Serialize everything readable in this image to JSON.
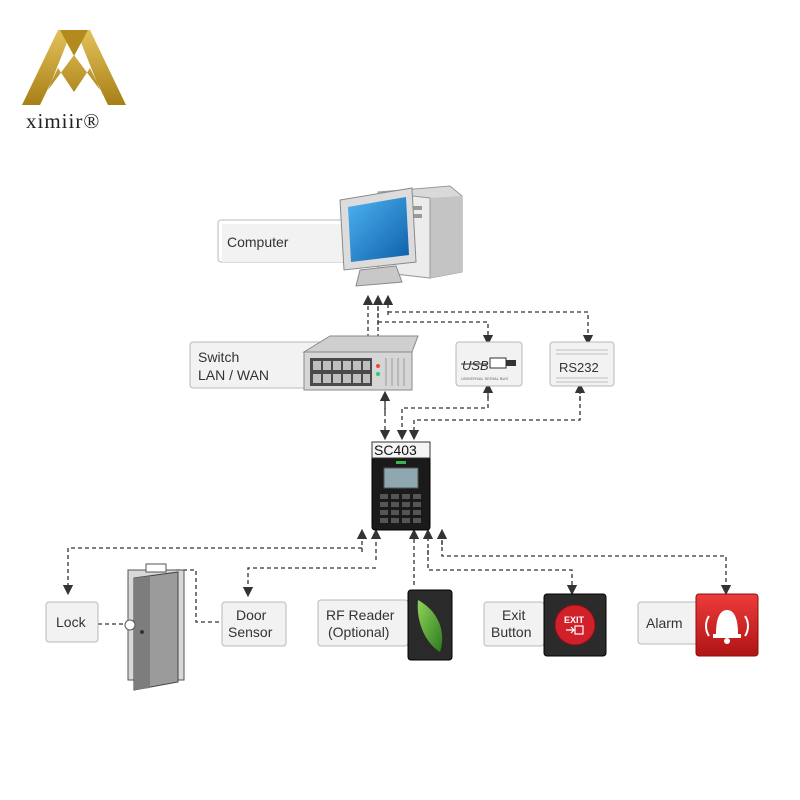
{
  "brand": {
    "name": "ximiir®"
  },
  "computer": {
    "label": "Computer"
  },
  "switch": {
    "label_line1": "Switch",
    "label_line2": "LAN / WAN"
  },
  "usb": {
    "label": "USB",
    "fine_print": "UNIVERSAL SERIAL BUS"
  },
  "rs232": {
    "label": "RS232"
  },
  "controller": {
    "model": "SC403"
  },
  "lock": {
    "label": "Lock"
  },
  "door_sensor": {
    "label_line1": "Door",
    "label_line2": "Sensor"
  },
  "rf_reader": {
    "label_line1": "RF Reader",
    "label_line2": "(Optional)"
  },
  "exit_button": {
    "label_line1": "Exit",
    "label_line2": "Button",
    "icon_text": "EXIT"
  },
  "alarm": {
    "label": "Alarm"
  },
  "colors": {
    "brand_gold": "#c9a227",
    "exit_red": "#d0202a",
    "alarm_red": "#d31f1f",
    "rf_green": "#3a8f2a",
    "monitor_blue": "#1e86d6"
  }
}
